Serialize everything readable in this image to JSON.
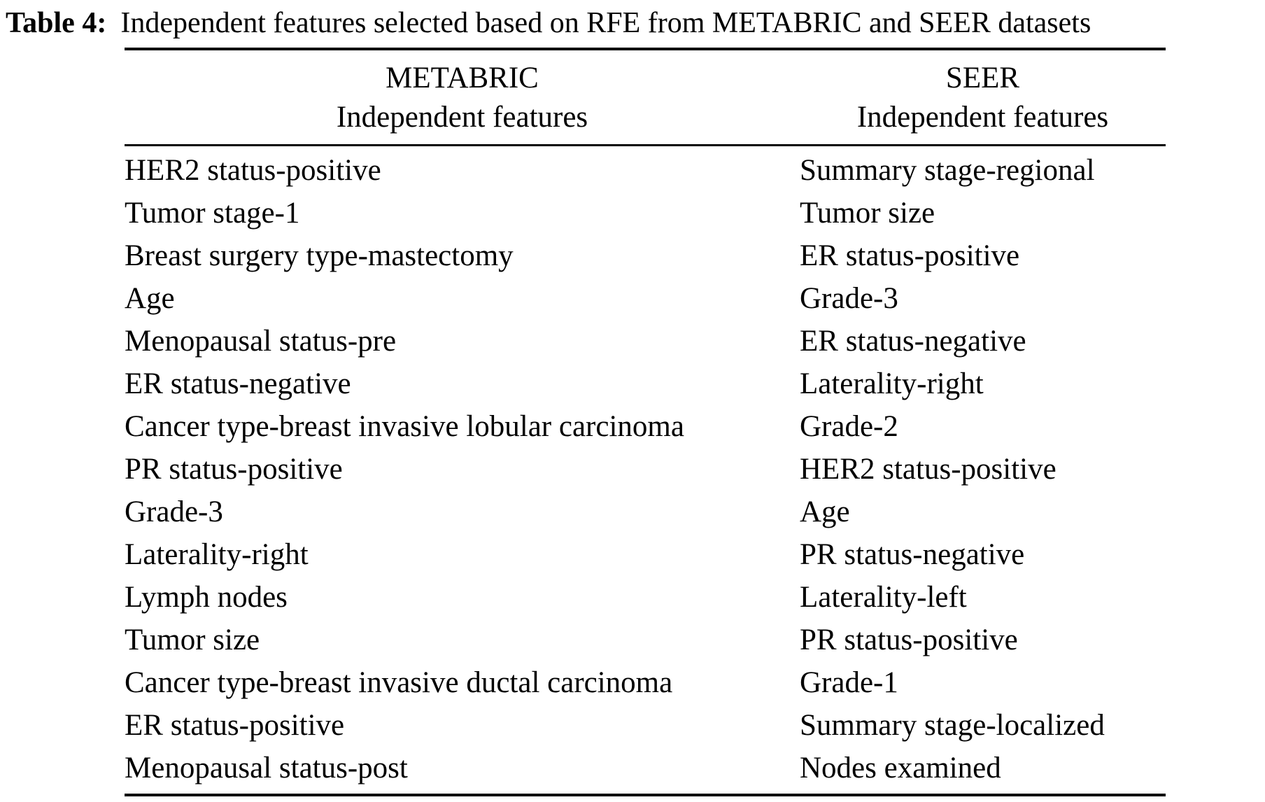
{
  "colors": {
    "background": "#ffffff",
    "text": "#000000",
    "rule": "#000000"
  },
  "table": {
    "caption_label": "Table 4:",
    "caption_text": "Independent features selected based on RFE from METABRIC and SEER datasets",
    "columns": [
      {
        "dataset": "METABRIC",
        "subheader": "Independent features"
      },
      {
        "dataset": "SEER",
        "subheader": "Independent features"
      }
    ],
    "rows": [
      [
        "HER2 status-positive",
        "Summary stage-regional"
      ],
      [
        "Tumor stage-1",
        "Tumor size"
      ],
      [
        "Breast surgery type-mastectomy",
        "ER status-positive"
      ],
      [
        "Age",
        "Grade-3"
      ],
      [
        "Menopausal status-pre",
        "ER status-negative"
      ],
      [
        "ER status-negative",
        "Laterality-right"
      ],
      [
        "Cancer type-breast invasive lobular carcinoma",
        "Grade-2"
      ],
      [
        "PR status-positive",
        "HER2 status-positive"
      ],
      [
        "Grade-3",
        "Age"
      ],
      [
        "Laterality-right",
        "PR status-negative"
      ],
      [
        "Lymph nodes",
        "Laterality-left"
      ],
      [
        "Tumor size",
        "PR status-positive"
      ],
      [
        "Cancer type-breast invasive ductal carcinoma",
        "Grade-1"
      ],
      [
        "ER status-positive",
        "Summary stage-localized"
      ],
      [
        "Menopausal status-post",
        "Nodes examined"
      ]
    ]
  }
}
